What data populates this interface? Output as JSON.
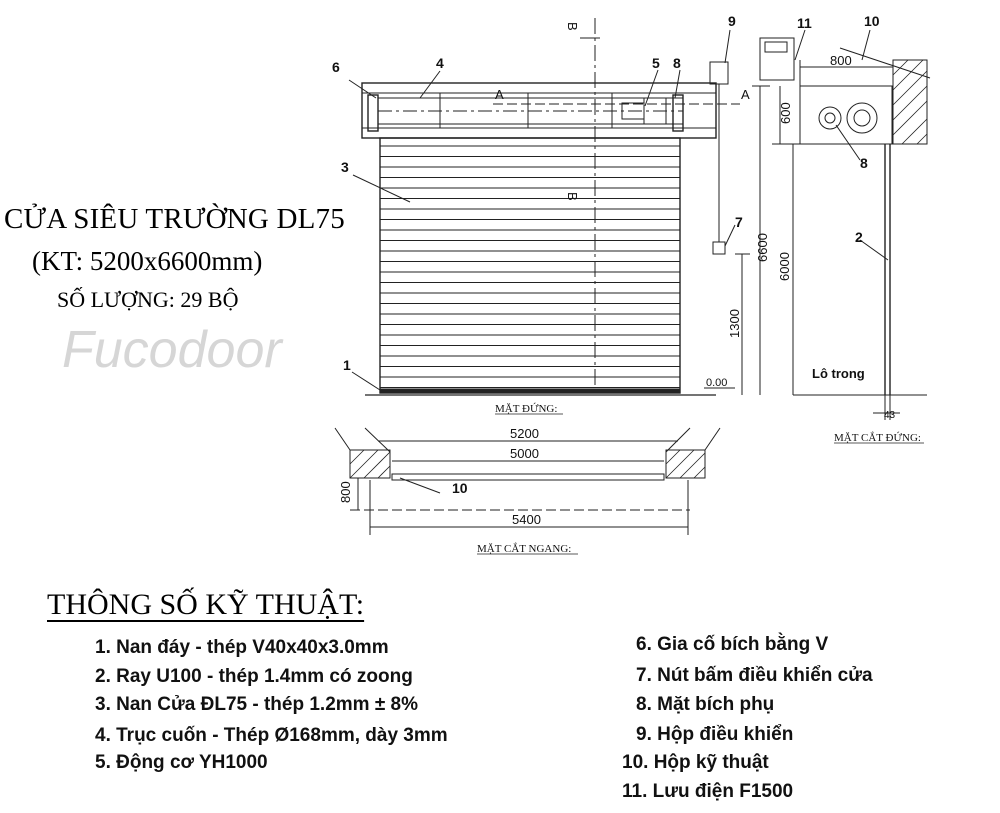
{
  "title": {
    "line1": "CỬA SIÊU TRƯỜNG DL75",
    "line2": "(KT: 5200x6600mm)",
    "line3": "SỐ LƯỢNG: 29 BỘ",
    "brand": "Fucodoor"
  },
  "drawing": {
    "elevation_caption": "MẶT ĐỨNG:",
    "section_caption": "MẶT CẮT ĐỨNG:",
    "plan_caption": "MẶT CẮT NGANG:",
    "room_label": "Lô trong",
    "callouts": {
      "c1": "1",
      "c2": "2",
      "c3": "3",
      "c4": "4",
      "c5": "5",
      "c6": "6",
      "c7": "7",
      "c8": "8",
      "c8b": "8",
      "c9": "9",
      "c10": "10",
      "c10b": "10",
      "c11": "11"
    },
    "section_marks": {
      "a_left": "A",
      "a_right": "A",
      "b_top": "B",
      "b_bottom": "B"
    },
    "dimensions": {
      "d800_top": "800",
      "d600": "600",
      "d6600": "6600",
      "d6000": "6000",
      "d1300": "1300",
      "d000": "0.00",
      "d43": "43",
      "d5200": "5200",
      "d5000": "5000",
      "d5400": "5400",
      "d800_side": "800"
    }
  },
  "specs": {
    "heading": "THÔNG SỐ KỸ THUẬT:",
    "left": [
      "1. Nan đáy - thép V40x40x3.0mm",
      "2. Ray U100 - thép 1.4mm có zoong",
      "3. Nan Cửa ĐL75 - thép 1.2mm ± 8%",
      "4. Trục cuốn - Thép Ø168mm, dày 3mm",
      "5. Động cơ YH1000"
    ],
    "right": [
      "6. Gia cố bích bằng V",
      "7. Nút bấm điều khiển cửa",
      "8. Mặt bích phụ",
      "9. Hộp điều khiển",
      "10. Hộp kỹ thuật",
      "11. Lưu điện F1500"
    ]
  }
}
